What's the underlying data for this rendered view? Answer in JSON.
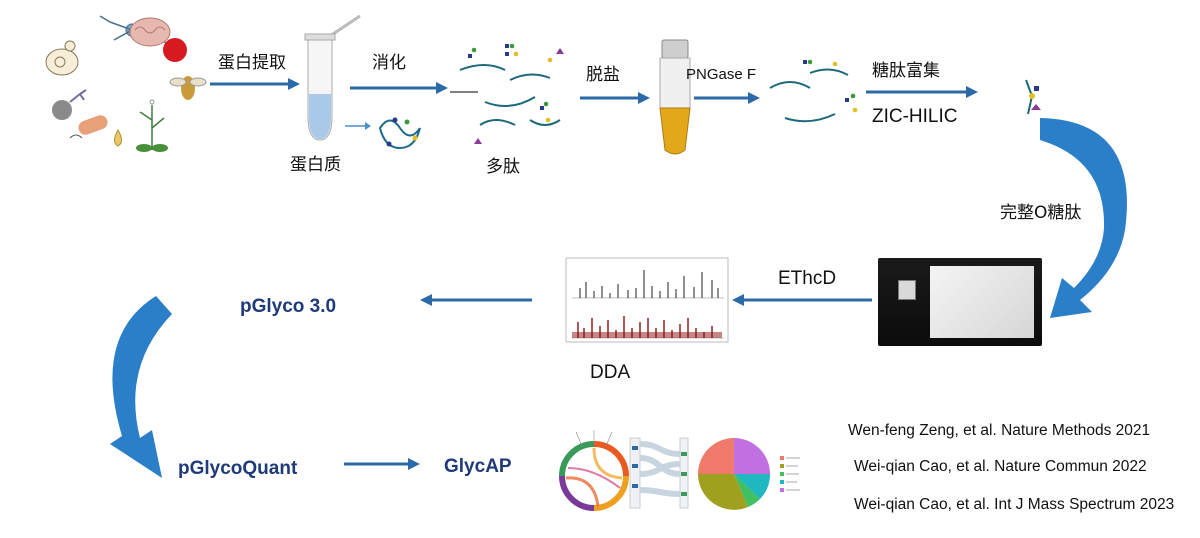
{
  "steps": {
    "extract": "蛋白提取",
    "protein": "蛋白质",
    "digest": "消化",
    "peptide": "多肽",
    "desalt": "脱盐",
    "pngase": "PNGase F",
    "enrich": "糖肽富集",
    "zic": "ZIC-HILIC",
    "intact": "完整O糖肽",
    "ethcd": "EThcD",
    "dda": "DDA"
  },
  "software": {
    "pglyco": "pGlyco 3.0",
    "pglycoquant": "pGlycoQuant",
    "glycap": "GlycAP"
  },
  "references": [
    "Wen-feng Zeng, et al. Nature Methods 2021",
    "Wei-qian Cao, et al. Nature Commun 2022",
    "Wei-qian Cao, et al. Int J Mass Spectrum 2023"
  ],
  "colors": {
    "arrow": "#2b6aa6",
    "curve_arrow": "#2a7fc8",
    "software_text": "#1f3a7a",
    "spectrum_top": "#222222",
    "spectrum_bottom": "#8b1010"
  },
  "icons": [
    "brain-icon",
    "neuron-icon",
    "blood-cell-icon",
    "cell-icon",
    "antibody-icon",
    "bacteria-icon",
    "droplet-icon",
    "fly-icon",
    "plant-icon",
    "tube-icon",
    "glycopeptide-icon",
    "spe-column-icon",
    "mass-spectrometer-icon",
    "spectrum-plot-icon",
    "chord-diagram-icon",
    "sankey-diagram-icon",
    "pie-chart-icon"
  ]
}
